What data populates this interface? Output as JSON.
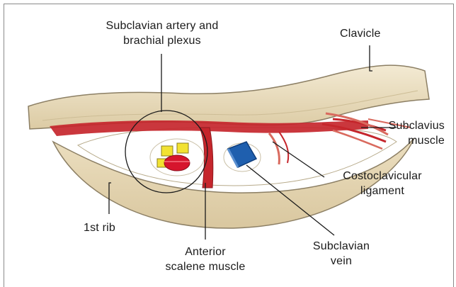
{
  "labels": {
    "subclavian_artery_line1": "Subclavian artery and",
    "subclavian_artery_line2": "brachial plexus",
    "clavicle": "Clavicle",
    "subclavius_line1": "Subclavius",
    "subclavius_line2": "muscle",
    "costoclavicular_line1": "Costoclavicular",
    "costoclavicular_line2": "ligament",
    "first_rib": "1st rib",
    "anterior_scalene_line1": "Anterior",
    "anterior_scalene_line2": "scalene muscle",
    "subclavian_vein_line1": "Subclavian",
    "subclavian_vein_line2": "vein"
  },
  "colors": {
    "bone": "#ecdfc0",
    "bone_outline": "#8c7f64",
    "muscle": "#c5262c",
    "muscle_light": "#d96a5e",
    "artery": "#d6152d",
    "nerve": "#f2e232",
    "vein": "#1f5fae",
    "line": "#1a1a1a"
  }
}
